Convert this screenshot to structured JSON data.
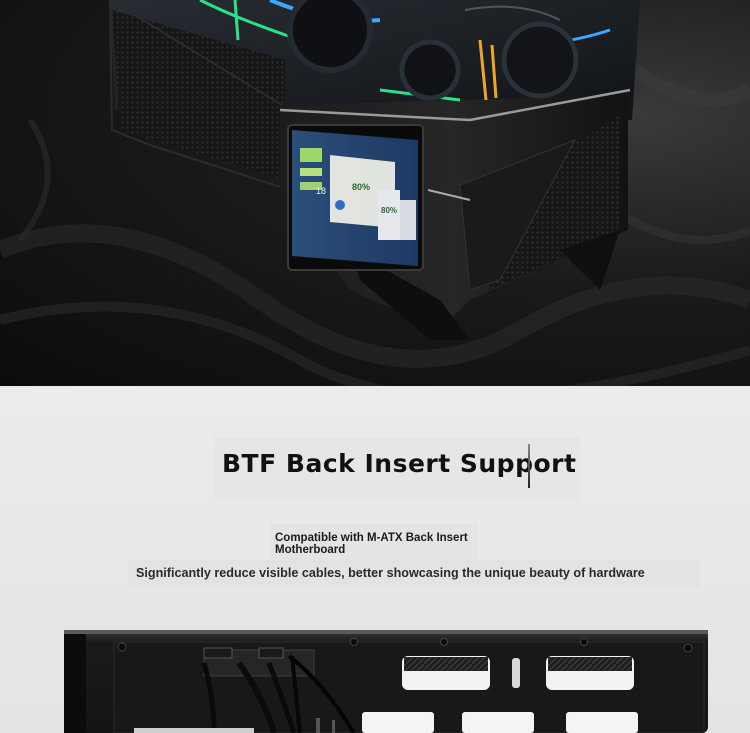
{
  "section": {
    "title": "BTF Back Insert Support",
    "subtitle": "Compatible with M-ATX Back Insert Motherboard",
    "description": "Significantly reduce visible cables, better showcasing the unique beauty of hardware"
  },
  "screen_display": {
    "cpu_percent": "80%",
    "gpu_percent": "80%",
    "temp_reading": "18"
  },
  "colors": {
    "background": "#e9e9e9",
    "title_text": "#111111",
    "rgb_green": "#27e38a",
    "rgb_blue": "#3aa8ff",
    "case_black": "#141414"
  }
}
